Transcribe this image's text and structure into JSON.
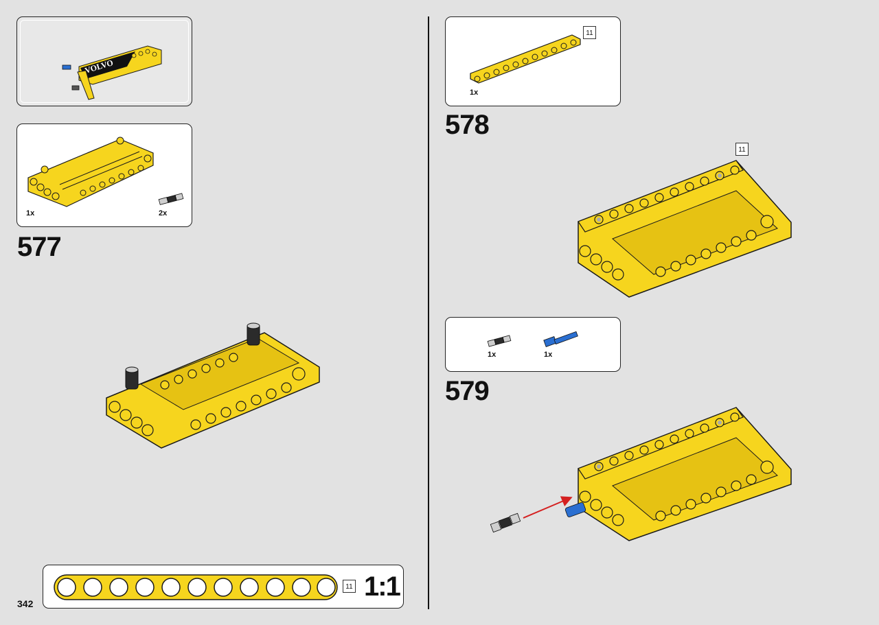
{
  "page": {
    "number": "342"
  },
  "submodel_preview": {
    "brand_text": "VOLVO"
  },
  "steps": [
    {
      "number": "577",
      "parts": [
        {
          "qty": "1x",
          "item": "frame-part"
        },
        {
          "qty": "2x",
          "item": "connector-pin-black"
        }
      ]
    },
    {
      "number": "578",
      "parts": [
        {
          "qty": "1x",
          "item": "beam-11"
        }
      ],
      "beam_length": "11"
    },
    {
      "number": "579",
      "parts": [
        {
          "qty": "1x",
          "item": "connector-pin-black"
        },
        {
          "qty": "1x",
          "item": "axle-pin-blue"
        }
      ]
    }
  ],
  "scale_guide": {
    "length": "11",
    "scale": "1:1"
  },
  "colors": {
    "yellow": "#f6d51e",
    "outline": "#1a1a1a",
    "blue": "#2a6fd1",
    "arrow": "#d42020",
    "background": "#e2e2e2"
  }
}
